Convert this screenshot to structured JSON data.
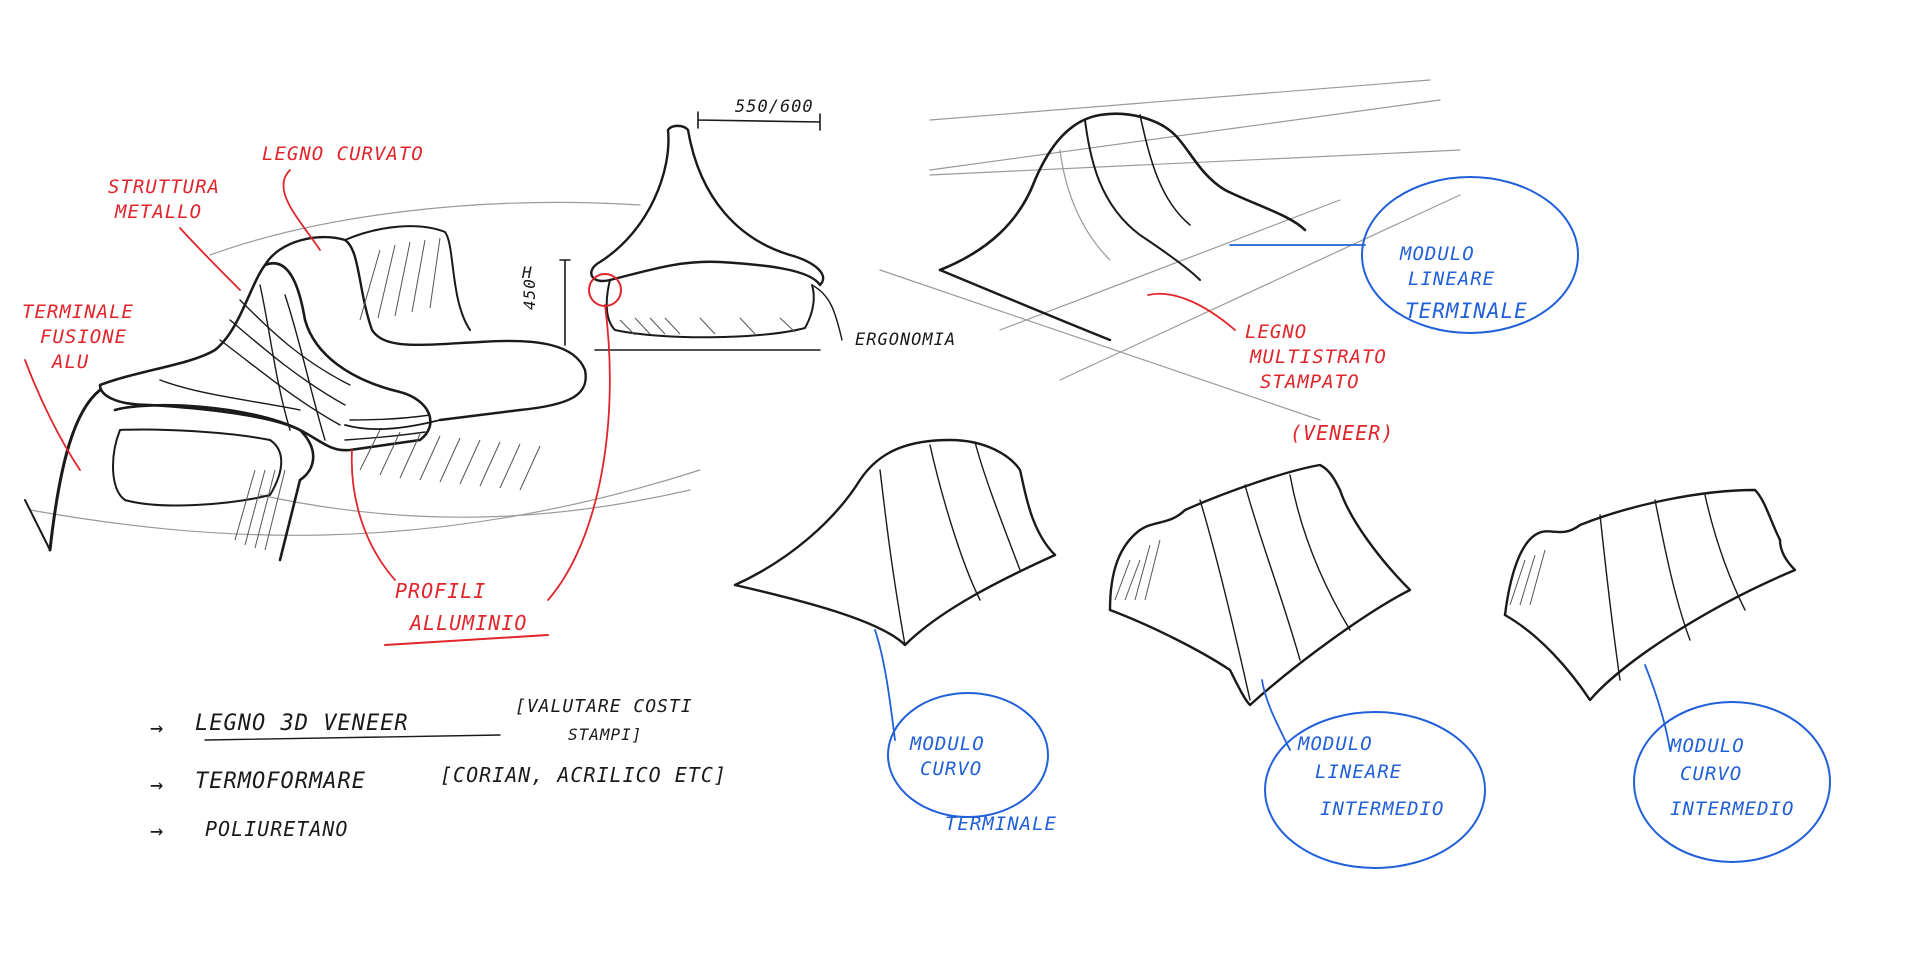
{
  "labels_red": {
    "legno_curvato": "LEGNO CURVATO",
    "struttura_1": "STRUTTURA",
    "struttura_2": "METALLO",
    "terminale_1": "TERMINALE",
    "terminale_2": "FUSIONE",
    "terminale_3": "ALU",
    "profili_1": "PROFILI",
    "profili_2": "ALLUMINIO",
    "legno_multi_1": "LEGNO",
    "legno_multi_2": "MULTISTRATO",
    "legno_multi_3": "STAMPATO",
    "veneer": "(VENEER)"
  },
  "labels_black": {
    "dim_width": "550/600",
    "dim_h": "H",
    "dim_h_value": "450",
    "ergonomia": "ERGONOMIA"
  },
  "labels_blue": {
    "lineare_terminale_1": "MODULO",
    "lineare_terminale_2": "LINEARE",
    "lineare_terminale_3": "TERMINALE",
    "curvo_1": "MODULO",
    "curvo_2": "CURVO",
    "curvo_3": "TERMINALE",
    "lineare_intermedio_1": "MODULO",
    "lineare_intermedio_2": "LINEARE",
    "lineare_intermedio_3": "INTERMEDIO",
    "curvo_intermedio_1": "MODULO",
    "curvo_intermedio_2": "CURVO",
    "curvo_intermedio_3": "INTERMEDIO"
  },
  "notes": [
    {
      "arrow": "→",
      "text": "LEGNO 3D VENEER",
      "bracket": "[VALUTARE COSTI",
      "bracket_2": "STAMPI]"
    },
    {
      "arrow": "→",
      "text": "TERMOFORMARE",
      "bracket": "[CORIAN, ACRILICO ETC]"
    },
    {
      "arrow": "→",
      "text": "POLIURETANO"
    }
  ],
  "colors": {
    "ink": "#1a1a1a",
    "red": "#e0252b",
    "blue": "#2160d8",
    "paper": "#ffffff"
  }
}
